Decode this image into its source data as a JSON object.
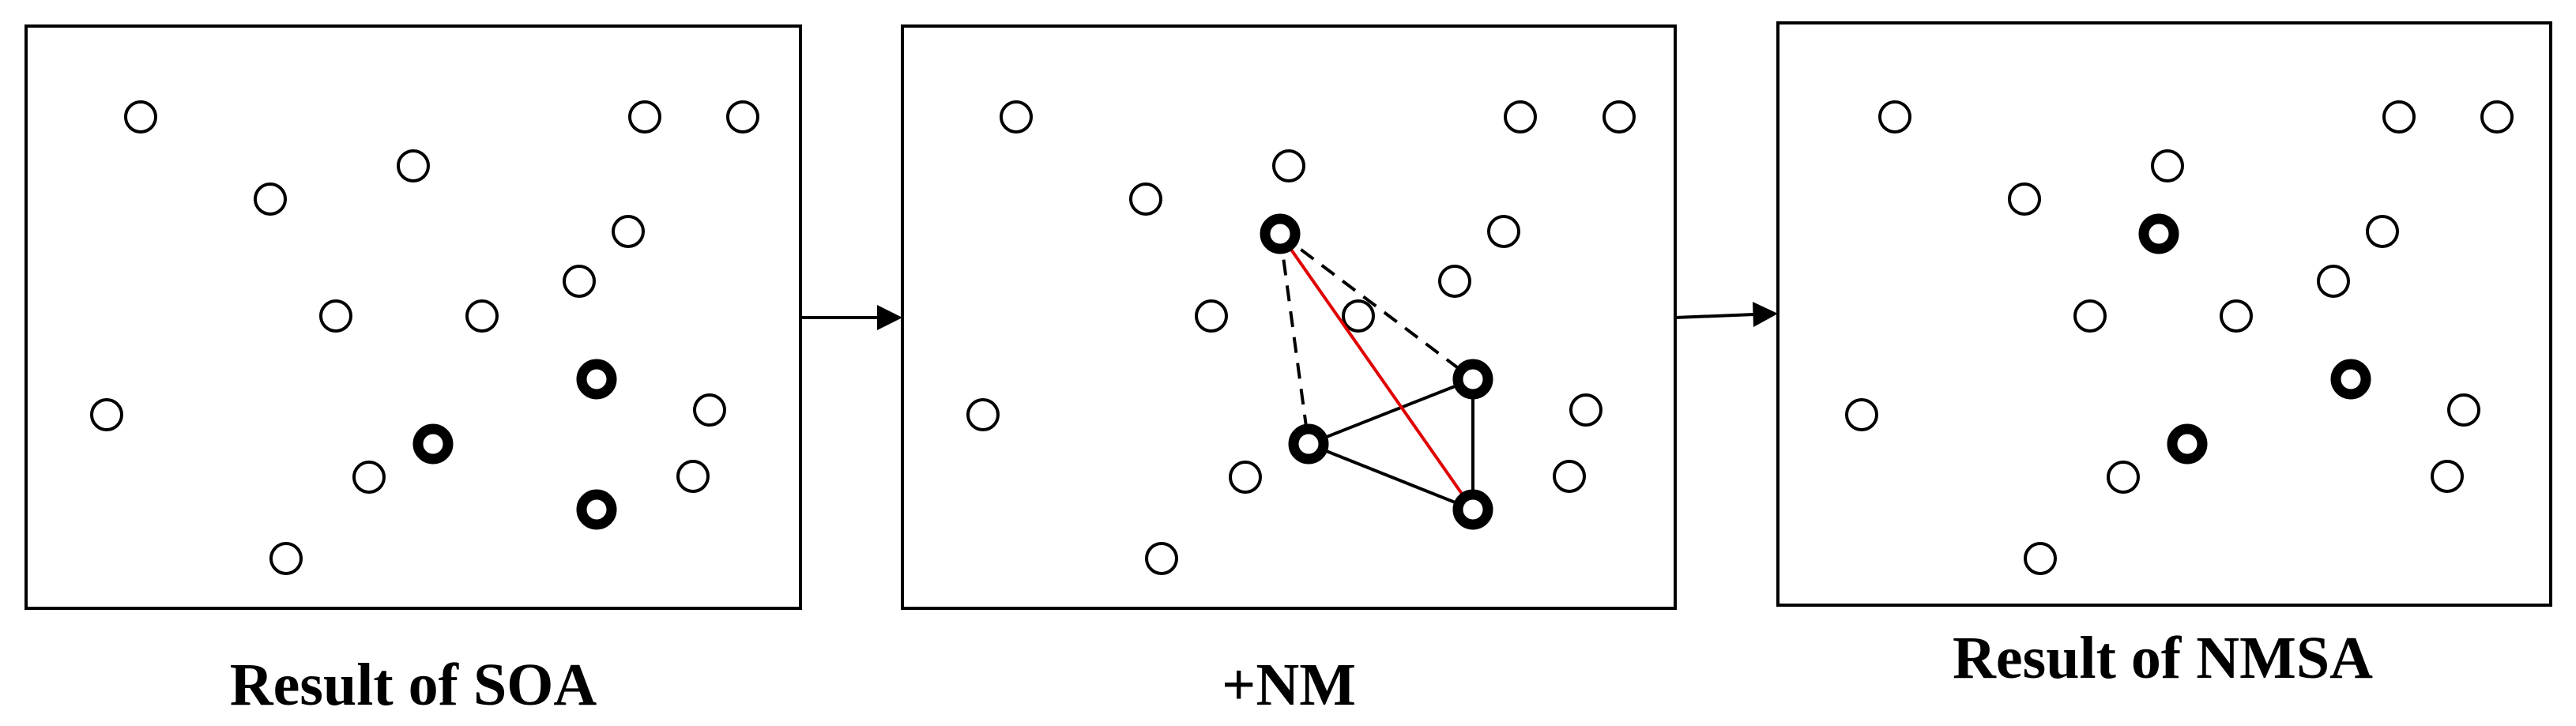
{
  "captions": {
    "soa": "Result of SOA",
    "nm": "+NM",
    "nmsa": "Result of NMSA"
  },
  "colors": {
    "stroke": "#000000",
    "background": "#ffffff",
    "highlight_line": "#e00000"
  }
}
